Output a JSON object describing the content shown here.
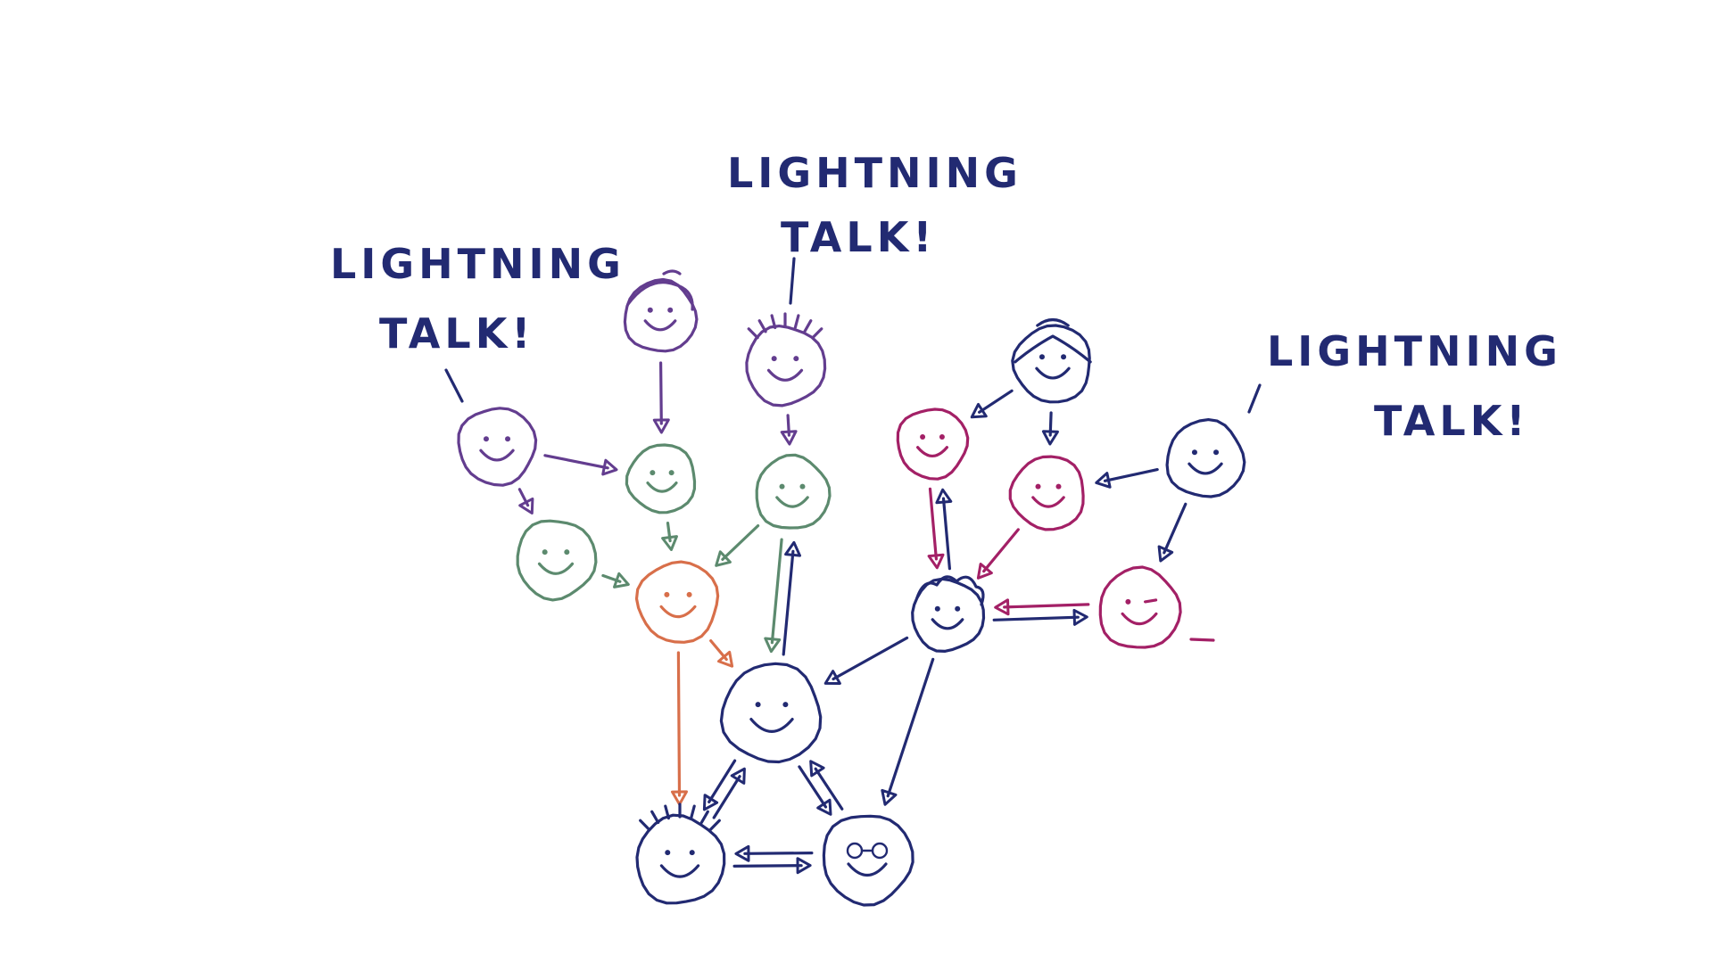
{
  "colors": {
    "purple": "#633d8f",
    "green": "#5c8a6e",
    "orange": "#d86f4a",
    "navy": "#222a72",
    "magenta": "#a32066"
  },
  "labels": [
    {
      "id": "left",
      "line1": "LIGHTNING",
      "line2": "TALK!",
      "color": "navy"
    },
    {
      "id": "center",
      "line1": "LIGHTNING",
      "line2": "TALK!",
      "color": "navy"
    },
    {
      "id": "right",
      "line1": "LIGHTNING",
      "line2": "TALK!",
      "color": "navy"
    }
  ],
  "people": [
    {
      "id": "p1",
      "color": "purple",
      "hair": "swirl"
    },
    {
      "id": "p2",
      "color": "purple",
      "hair": "spiky"
    },
    {
      "id": "p3",
      "color": "purple",
      "hair": "none"
    },
    {
      "id": "p4",
      "color": "green",
      "hair": "none"
    },
    {
      "id": "p5",
      "color": "green",
      "hair": "none"
    },
    {
      "id": "p6",
      "color": "green",
      "hair": "none"
    },
    {
      "id": "p7",
      "color": "orange",
      "hair": "none"
    },
    {
      "id": "p8",
      "color": "navy",
      "hair": "none"
    },
    {
      "id": "p9",
      "color": "navy",
      "hair": "spiky"
    },
    {
      "id": "p10",
      "color": "navy",
      "hair": "none",
      "glasses": true
    },
    {
      "id": "p11",
      "color": "navy",
      "hair": "bowl"
    },
    {
      "id": "p12",
      "color": "navy",
      "hair": "none"
    },
    {
      "id": "p13",
      "color": "navy",
      "hair": "curly"
    },
    {
      "id": "p14",
      "color": "magenta",
      "hair": "none"
    },
    {
      "id": "p15",
      "color": "magenta",
      "hair": "none"
    },
    {
      "id": "p16",
      "color": "magenta",
      "hair": "none",
      "wink": true
    }
  ],
  "connections": [
    {
      "from": "p1",
      "to": "p4",
      "color": "purple"
    },
    {
      "from": "p3",
      "to": "p4",
      "color": "purple"
    },
    {
      "from": "p3",
      "to": "p6",
      "color": "purple"
    },
    {
      "from": "p2",
      "to": "p5",
      "color": "purple"
    },
    {
      "from": "p4",
      "to": "p7",
      "color": "green"
    },
    {
      "from": "p5",
      "to": "p7",
      "color": "green"
    },
    {
      "from": "p6",
      "to": "p7",
      "color": "green"
    },
    {
      "from": "p5",
      "to": "p8",
      "color": "green"
    },
    {
      "from": "p7",
      "to": "p8",
      "color": "orange"
    },
    {
      "from": "p7",
      "to": "p9",
      "color": "orange"
    },
    {
      "from": "p8",
      "to": "p5",
      "color": "navy"
    },
    {
      "from": "p13",
      "to": "p8",
      "color": "navy"
    },
    {
      "from": "p13",
      "to": "p10",
      "color": "navy"
    },
    {
      "from": "p8",
      "to": "p9",
      "color": "navy"
    },
    {
      "from": "p9",
      "to": "p8",
      "color": "navy"
    },
    {
      "from": "p8",
      "to": "p10",
      "color": "navy"
    },
    {
      "from": "p10",
      "to": "p8",
      "color": "navy"
    },
    {
      "from": "p10",
      "to": "p9",
      "color": "navy"
    },
    {
      "from": "p9",
      "to": "p10",
      "color": "navy"
    },
    {
      "from": "p11",
      "to": "p14",
      "color": "navy"
    },
    {
      "from": "p11",
      "to": "p15",
      "color": "navy"
    },
    {
      "from": "p12",
      "to": "p15",
      "color": "navy"
    },
    {
      "from": "p12",
      "to": "p16",
      "color": "navy"
    },
    {
      "from": "p13",
      "to": "p14",
      "color": "navy"
    },
    {
      "from": "p13",
      "to": "p16",
      "color": "navy"
    },
    {
      "from": "p14",
      "to": "p13",
      "color": "magenta"
    },
    {
      "from": "p15",
      "to": "p13",
      "color": "magenta"
    },
    {
      "from": "p16",
      "to": "p13",
      "color": "magenta"
    }
  ]
}
